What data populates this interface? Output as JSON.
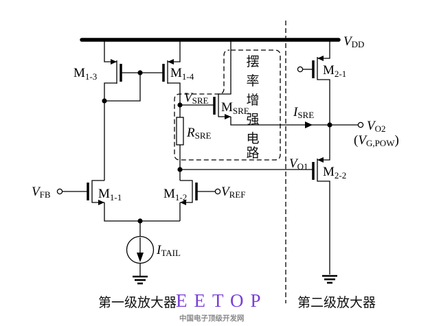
{
  "diagram": {
    "supply": {
      "label": "V",
      "sub": "DD"
    },
    "stage1": {
      "caption": "第一级放大器",
      "transistors": [
        {
          "id": "M1-3",
          "label": "M",
          "sub": "1-3",
          "type": "PMOS"
        },
        {
          "id": "M1-4",
          "label": "M",
          "sub": "1-4",
          "type": "PMOS"
        },
        {
          "id": "M1-1",
          "label": "M",
          "sub": "1-1",
          "type": "PMOS"
        },
        {
          "id": "M1-2",
          "label": "M",
          "sub": "1-2",
          "type": "PMOS"
        }
      ],
      "inputs": [
        {
          "label": "V",
          "sub": "FB"
        },
        {
          "label": "V",
          "sub": "REF"
        }
      ],
      "tail_current": {
        "label": "I",
        "sub": "TAIL"
      }
    },
    "slew_rate_enhancement": {
      "caption_chars": [
        "摆",
        "率",
        "增",
        "强",
        "电",
        "路"
      ],
      "node_voltage": {
        "label": "V",
        "sub": "SRE"
      },
      "resistor": {
        "label": "R",
        "sub": "SRE"
      },
      "transistor": {
        "label": "M",
        "sub": "SRE"
      },
      "current": {
        "label": "I",
        "sub": "SRE"
      }
    },
    "stage2": {
      "caption": "第二级放大器",
      "transistors": [
        {
          "id": "M2-1",
          "label": "M",
          "sub": "2-1"
        },
        {
          "id": "M2-2",
          "label": "M",
          "sub": "2-2"
        }
      ],
      "input_node": {
        "label": "V",
        "sub": "O1"
      },
      "output": {
        "label": "V",
        "sub": "O2",
        "alt_label": "V",
        "alt_sub": "G,POW",
        "open": "(",
        "close": ")"
      }
    },
    "watermark": {
      "brand": "EETOP",
      "tagline": "中国电子顶级开发网",
      "color": "#7a3fd6"
    }
  }
}
